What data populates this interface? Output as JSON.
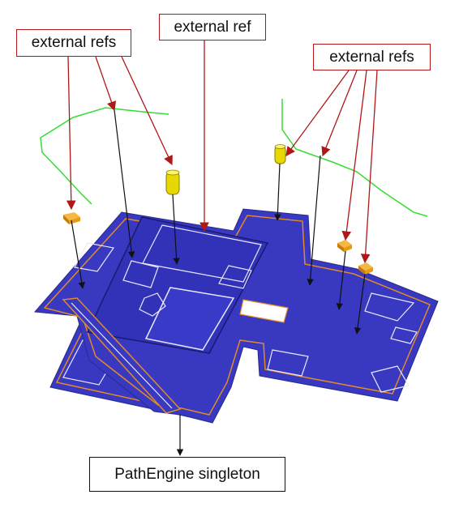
{
  "labels": {
    "external_refs_left": "external refs",
    "external_ref_center": "external ref",
    "external_refs_right": "external refs",
    "singleton": "PathEngine singleton"
  },
  "colors": {
    "mesh_fill": "#3838c0",
    "mesh_outline_orange": "#e08a2a",
    "mesh_inner_white": "#e8e8ff",
    "red_arrow": "#b01818",
    "black_arrow": "#111111",
    "path_green": "#33dd33",
    "agent_yellow": "#e6d800",
    "obstacle_orange": "#e89a10"
  },
  "icons": {
    "agent_marker": "yellow-cylinder-icon",
    "obstacle_marker": "orange-box-icon"
  }
}
